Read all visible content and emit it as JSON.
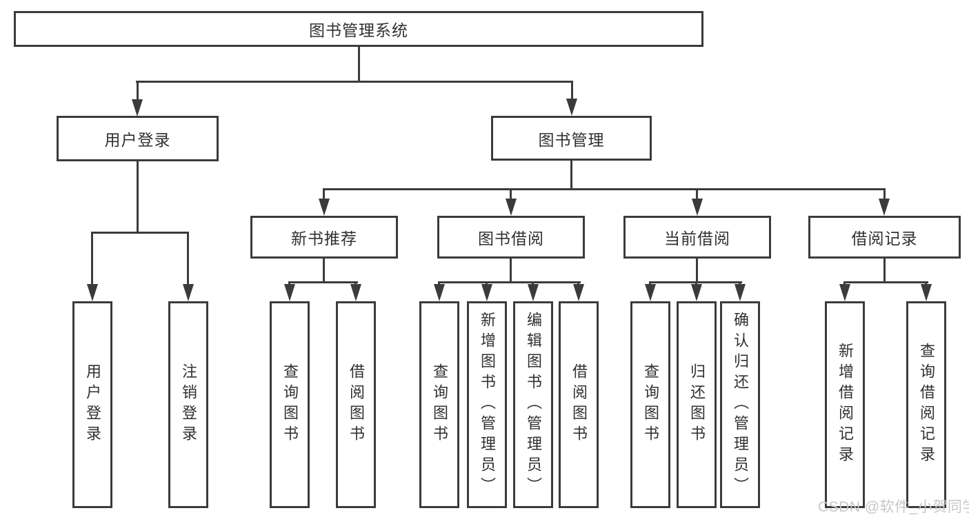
{
  "diagram_title": "图书管理系统",
  "tree": {
    "root": {
      "label": "图书管理系统"
    },
    "branches": [
      {
        "label": "用户登录",
        "children": [
          "用户登录",
          "注销登录"
        ]
      },
      {
        "label": "图书管理",
        "children": [
          {
            "label": "新书推荐",
            "children": [
              "查询图书",
              "借阅图书"
            ]
          },
          {
            "label": "图书借阅",
            "children": [
              "查询图书",
              "新增图书（管理员）",
              "编辑图书（管理员）",
              "借阅图书"
            ]
          },
          {
            "label": "当前借阅",
            "children": [
              "查询图书",
              "归还图书",
              "确认归还（管理员）"
            ]
          },
          {
            "label": "借阅记录",
            "children": [
              "新增借阅记录",
              "查询借阅记录"
            ]
          }
        ]
      }
    ]
  },
  "watermark": "CSDN @软件_小贺同学",
  "colors": {
    "line": "#3b3b3b",
    "text": "#303030",
    "background": "#ffffff",
    "watermark": "#c7c7c7"
  }
}
